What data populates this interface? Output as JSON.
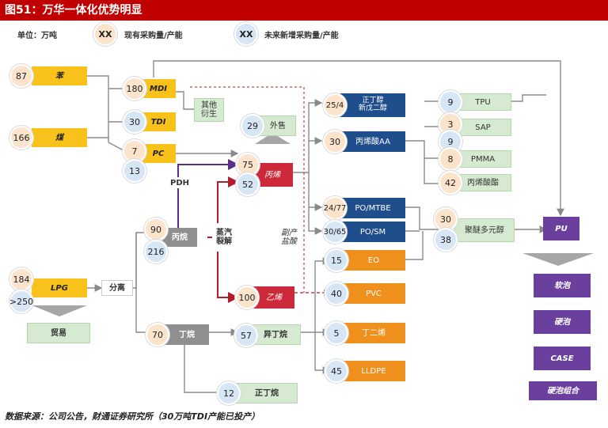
{
  "title": "图51：万华一体化优势明显",
  "legend": {
    "unit": "单位：万吨",
    "existing_circle": "XX",
    "existing_label": "现有采购量/产能",
    "new_circle": "XX",
    "new_label": "未来新增采购量/产能"
  },
  "nodes": {
    "benzene": {
      "label": "苯",
      "value": "87"
    },
    "coal": {
      "label": "煤",
      "value": "166"
    },
    "mdi": {
      "label": "MDI",
      "value": "180"
    },
    "tdi": {
      "label": "TDI",
      "value": "30"
    },
    "pc": {
      "label": "PC",
      "value_existing": "7",
      "value_new": "13"
    },
    "other_deriv": {
      "label": "其他\n衍生"
    },
    "export": {
      "label": "外售",
      "value": "29"
    },
    "propylene": {
      "label": "丙烯",
      "value_existing": "75",
      "value_new": "52"
    },
    "pdh": {
      "label": "PDH"
    },
    "propane": {
      "label": "丙烷",
      "value_existing": "90",
      "value_new": "216"
    },
    "steam_crack": {
      "label": "蒸汽\n裂解"
    },
    "byproduct_hcl": {
      "label": "副产\n盐酸"
    },
    "lpg": {
      "label": "LPG",
      "value_existing": "184",
      "value_new": ">250"
    },
    "separation": {
      "label": "分离"
    },
    "trade": {
      "label": "贸易"
    },
    "ethylene": {
      "label": "乙烯",
      "value": "100"
    },
    "butane": {
      "label": "丁烷",
      "value": "70"
    },
    "isobutane": {
      "label": "异丁烷",
      "value": "57"
    },
    "nbutane": {
      "label": "正丁烷",
      "value": "12"
    },
    "nbutanol": {
      "label": "正丁醇\n新戊二醇",
      "value": "25/4"
    },
    "acrylic": {
      "label": "丙烯酸AA",
      "value": "30"
    },
    "pomtbe": {
      "label": "PO/MTBE",
      "value": "24/77"
    },
    "posm": {
      "label": "PO/SM",
      "value": "30/65"
    },
    "eo": {
      "label": "EO",
      "value": "15"
    },
    "pvc": {
      "label": "PVC",
      "value": "40"
    },
    "butadiene": {
      "label": "丁二烯",
      "value": "5"
    },
    "lldpe": {
      "label": "LLDPE",
      "value": "45"
    },
    "tpu": {
      "label": "TPU",
      "value": "9"
    },
    "sap": {
      "label": "SAP",
      "value_existing": "3",
      "value_new": "9"
    },
    "pmma": {
      "label": "PMMA",
      "value": "8"
    },
    "acrylate": {
      "label": "丙烯酸酯",
      "value": "42"
    },
    "polyether": {
      "label": "聚醚多元醇",
      "value_existing": "30",
      "value_new": "38"
    },
    "pu": {
      "label": "PU"
    },
    "soft_foam": {
      "label": "软泡"
    },
    "hard_foam": {
      "label": "硬泡"
    },
    "case": {
      "label": "CASE"
    },
    "foam_combo": {
      "label": "硬泡组合"
    }
  },
  "footer": "数据来源：公司公告，财通证券研究所（30万吨TDI产能已投产）",
  "colors": {
    "title_bg": "#c00000",
    "existing": "#fbe3cc",
    "new": "#d6e6f5",
    "raw": "#f9c21b",
    "mid": "#1f4e8c",
    "c2": "#f0901c",
    "olefin": "#cc2a3a",
    "alkane": "#8f8f8f",
    "end": "#6a3f9e",
    "aux": "#d5ead0"
  }
}
